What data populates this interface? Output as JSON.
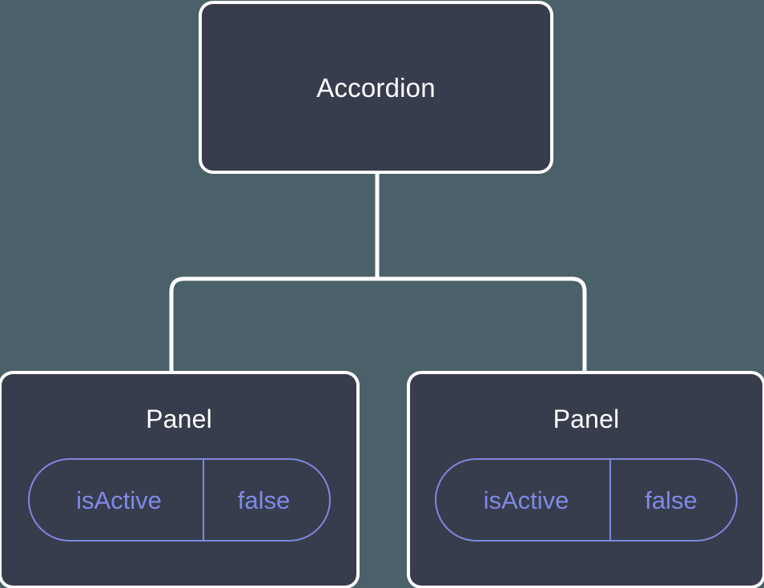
{
  "diagram": {
    "type": "component-tree",
    "background_color": "#4b6169",
    "node_fill_color": "#373d4c",
    "node_border_color": "#ffffff",
    "edge_color": "#ffffff",
    "title_color": "#ffffff",
    "prop_accent_color": "#8089e8",
    "root": {
      "label": "Accordion"
    },
    "children": [
      {
        "label": "Panel",
        "prop": {
          "key": "isActive",
          "value": "false"
        }
      },
      {
        "label": "Panel",
        "prop": {
          "key": "isActive",
          "value": "false"
        }
      }
    ]
  }
}
